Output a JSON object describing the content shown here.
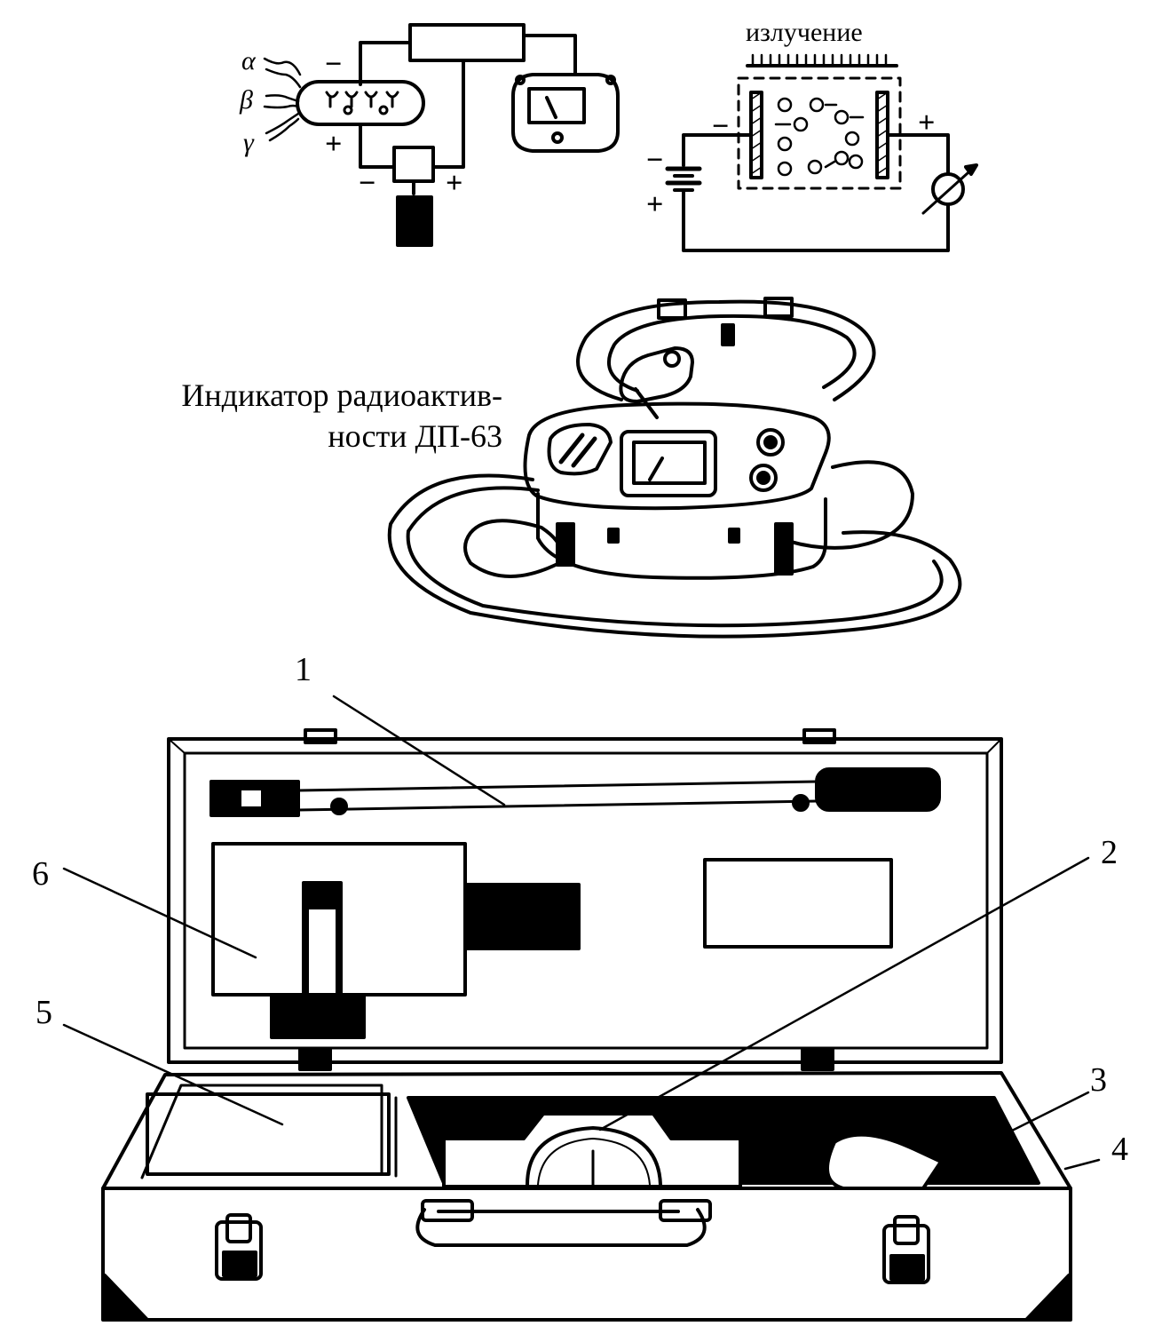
{
  "schematic_left": {
    "radiation_types": [
      "α",
      "β",
      "γ"
    ],
    "polarity": {
      "tube_minus": "−",
      "tube_plus": "+",
      "battery_minus": "−",
      "battery_plus": "+"
    }
  },
  "schematic_right": {
    "caption": "излучение",
    "polarity": {
      "cell_minus": "−",
      "cell_plus": "+",
      "battery_minus": "−",
      "battery_plus": "+"
    }
  },
  "device": {
    "title_line1": "Индикатор радиоактив-",
    "title_line2": "ности ДП-63"
  },
  "case_callouts": [
    "1",
    "2",
    "3",
    "4",
    "5",
    "6"
  ]
}
